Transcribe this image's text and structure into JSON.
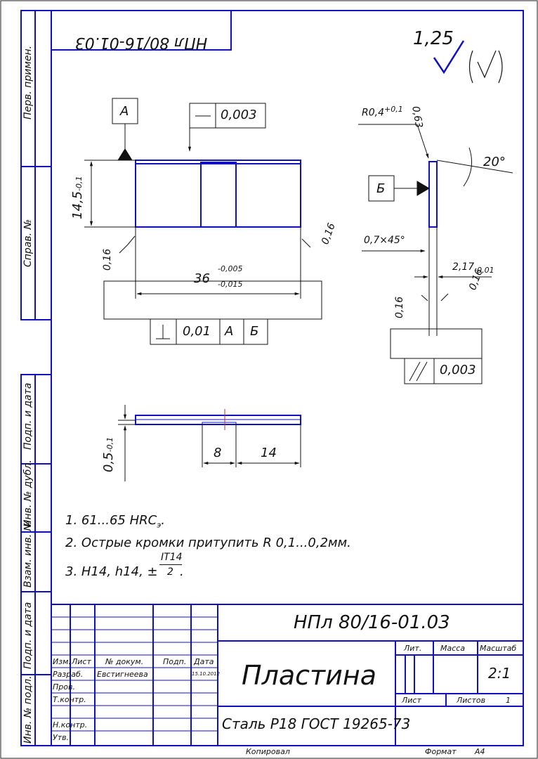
{
  "drawing": {
    "code": "НПл 80/16-01.03",
    "code_rotated": "НПл 80/16-01.03",
    "part_name": "Пластина",
    "material": "Сталь Р18 ГОСТ 19265-73",
    "scale": "2:1",
    "sheet_count": "1",
    "copied_label": "Копировал",
    "format_label": "Формат",
    "format_value": "А4"
  },
  "roughness": {
    "value": "1,25"
  },
  "side_column": {
    "perv_primen": "Перв. примен.",
    "sprav_no": "Справ. №",
    "podp_data_1": "Подп. и дата",
    "inv_dubl": "Инв. № дубл.",
    "vzam_inv": "Взам. инв. №",
    "podp_data_2": "Подп. и дата",
    "inv_podl": "Инв. № подл."
  },
  "title_block": {
    "headers": {
      "izm": "Изм.",
      "list": "Лист",
      "doc_no": "№ докум.",
      "podp": "Подп.",
      "data": "Дата",
      "lit": "Лит.",
      "massa": "Масса",
      "masshtab": "Масштаб",
      "list2": "Лист",
      "listov": "Листов"
    },
    "rows": {
      "razrab": "Разраб.",
      "razrab_name": "Евстигнеева",
      "razrab_date": "15.10.2012",
      "prov": "Пров.",
      "tkontr": "Т.контр.",
      "nkontr": "Н.контр.",
      "utv": "Утв."
    }
  },
  "front_view": {
    "datum_a": "А",
    "flatness_tol": "0,003",
    "height_dim": "14,5",
    "height_tol": "-0,1",
    "length_dim": "36",
    "length_tol_upper": "-0,005",
    "length_tol_lower": "-0,015",
    "rough_left": "0,16",
    "rough_right": "0,16",
    "perp_tol": "0,01",
    "perp_ref_a": "А",
    "perp_ref_b": "Б"
  },
  "side_view": {
    "radius": "R0,4",
    "radius_tol": "+0,1",
    "rough_top": "0,63",
    "angle": "20°",
    "datum_b": "Б",
    "chamfer": "0,7×45°",
    "thickness": "2,17",
    "thickness_tol": "-0,01",
    "rough_left": "0,16",
    "rough_right": "0,16",
    "parallel_tol": "0,003"
  },
  "top_view": {
    "thickness_dim": "0,5",
    "thickness_tol": "-0,1",
    "dim_8": "8",
    "dim_14": "14"
  },
  "notes": {
    "n1_main": "1. 61...65 HRC",
    "n1_sub": "э",
    "n1_end": ".",
    "n2": "2. Острые кромки притупить R 0,1...0,2мм.",
    "n3_main": "3. H14, h14, ±",
    "n3_num": "IT14",
    "n3_den": "2",
    "n3_end": "."
  },
  "colors": {
    "frame_blue": "#1010c0",
    "ink": "#111111"
  }
}
